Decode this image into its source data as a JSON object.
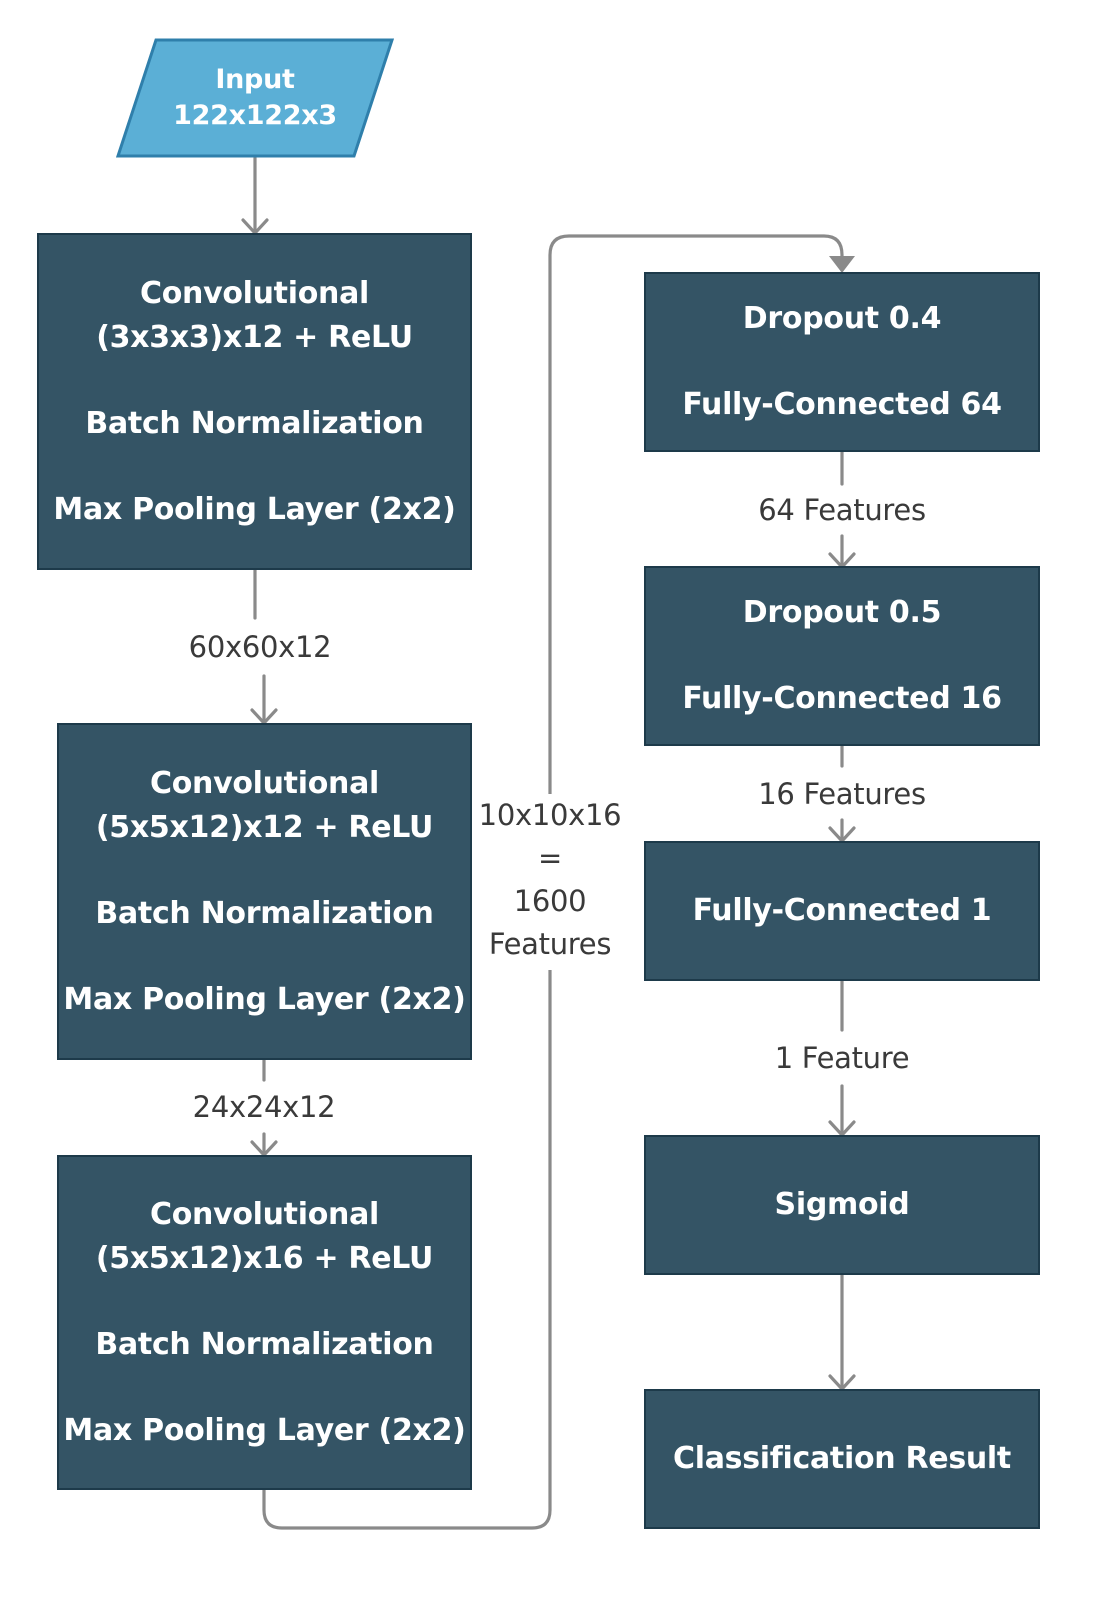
{
  "nodes": {
    "input": {
      "lines": [
        "Input",
        "122x122x3"
      ]
    },
    "conv1": {
      "lines": [
        "Convolutional",
        "(3x3x3)x12 + ReLU",
        "Batch Normalization",
        "Max Pooling Layer (2x2)"
      ]
    },
    "conv2": {
      "lines": [
        "Convolutional",
        "(5x5x12)x12 + ReLU",
        "Batch Normalization",
        "Max Pooling Layer (2x2)"
      ]
    },
    "conv3": {
      "lines": [
        "Convolutional",
        "(5x5x12)x16 + ReLU",
        "Batch Normalization",
        "Max Pooling Layer (2x2)"
      ]
    },
    "fc64": {
      "lines": [
        "Dropout 0.4",
        "Fully-Connected 64"
      ]
    },
    "fc16": {
      "lines": [
        "Dropout 0.5",
        "Fully-Connected 16"
      ]
    },
    "fc1": {
      "lines": [
        "Fully-Connected 1"
      ]
    },
    "sigmoid": {
      "lines": [
        "Sigmoid"
      ]
    },
    "result": {
      "lines": [
        "Classification Result"
      ]
    }
  },
  "edges": {
    "conv1_to_conv2": "60x60x12",
    "conv2_to_conv3": "24x24x12",
    "conv3_to_fc64": [
      "10x10x16",
      "=",
      "1600",
      "Features"
    ],
    "fc64_to_fc16": "64 Features",
    "fc16_to_fc1": "16 Features",
    "fc1_to_sigmoid": "1 Feature"
  },
  "colors": {
    "input_fill": "#5bafd6",
    "input_stroke": "#2f7fab",
    "box_fill": "#345465",
    "box_stroke": "#1d3a4a",
    "edge": "#8a8a8a"
  }
}
